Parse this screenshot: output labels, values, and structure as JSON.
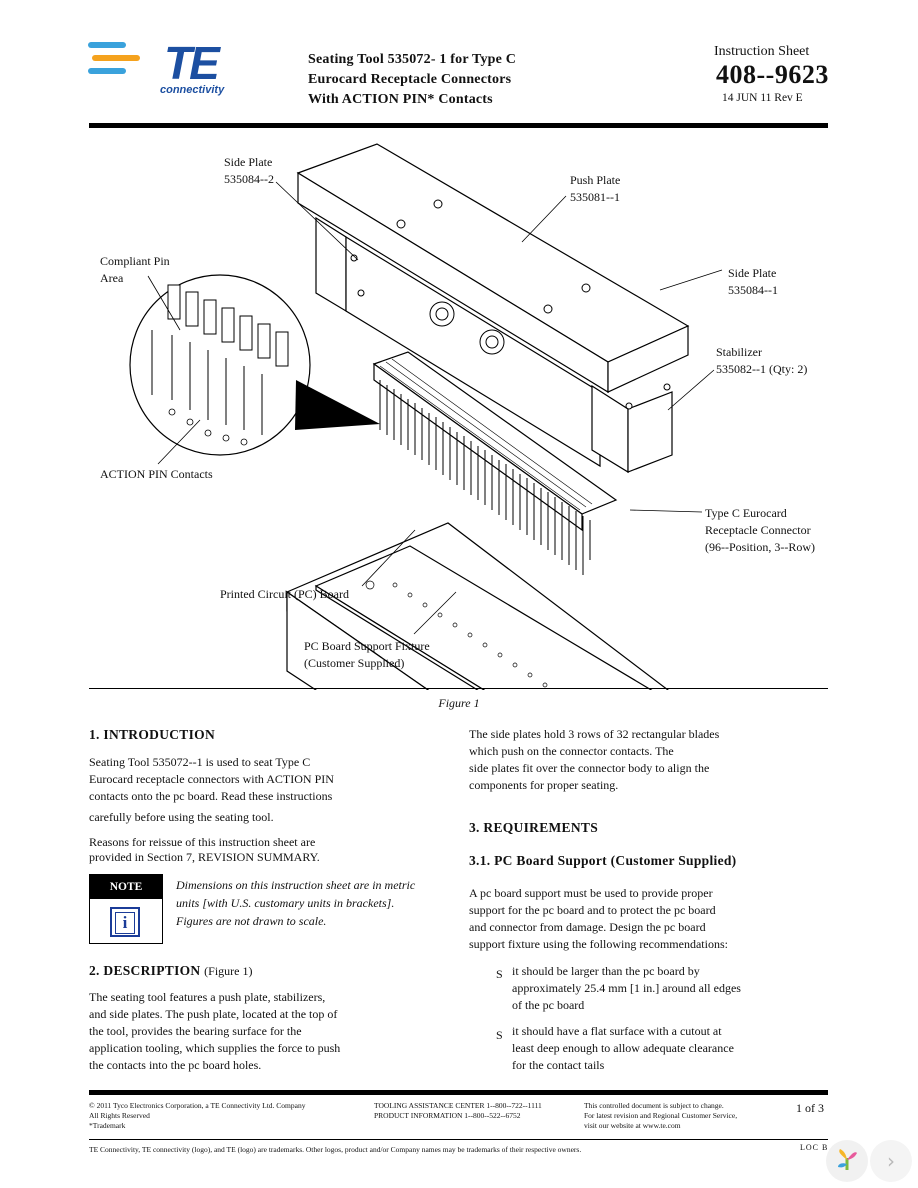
{
  "logo": {
    "text": "TE",
    "tagline": "connectivity",
    "colors": {
      "blue": "#1c4fa1",
      "orange": "#f5a21d",
      "light_blue": "#3aa2dc"
    }
  },
  "header": {
    "title_lines": [
      "Seating Tool 535072- 1 for Type C",
      "Eurocard Receptacle Connectors",
      "With ACTION PIN* Contacts"
    ],
    "instruction_sheet": "Instruction Sheet",
    "doc_number": "408--9623",
    "date_rev": "14 JUN 11 Rev E"
  },
  "figure": {
    "labels": {
      "side_plate_2": [
        "Side Plate",
        "535084--2"
      ],
      "push_plate": [
        "Push Plate",
        "535081--1"
      ],
      "side_plate_1": [
        "Side Plate",
        "535084--1"
      ],
      "compliant_pin": [
        "Compliant Pin",
        "Area"
      ],
      "stabilizer": [
        "Stabilizer",
        "535082--1 (Qty: 2)"
      ],
      "action_pin": "ACTION PIN Contacts",
      "connector": [
        "Type C Eurocard",
        "Receptacle Connector",
        "(96--Position, 3--Row)"
      ],
      "pc_board": "Printed Circuit (PC) Board",
      "fixture": [
        "PC Board Support Fixture",
        "(Customer Supplied)"
      ]
    },
    "caption": "Figure 1"
  },
  "sections": {
    "intro_heading": "1. INTRODUCTION",
    "intro_p1": [
      "Seating Tool 535072--1 is used to seat Type C",
      "Eurocard receptacle connectors with ACTION PIN",
      "contacts onto the pc board. Read these instructions",
      "carefully before using the seating tool."
    ],
    "intro_p2": [
      "Reasons for reissue of this instruction sheet are",
      "provided in Section 7, REVISION SUMMARY."
    ],
    "note_label": "NOTE",
    "note_icon": "i",
    "note_text": [
      "Dimensions on this instruction sheet are in metric",
      "units [with U.S. customary units in brackets].",
      "Figures are not drawn to scale."
    ],
    "desc_heading": "2. DESCRIPTION",
    "desc_ref": "(Figure 1)",
    "desc_p": [
      "The seating tool features a push plate, stabilizers,",
      "and side plates. The push plate, located at the top of",
      "the tool, provides the bearing surface for the",
      "application tooling, which supplies the force to push",
      "the contacts into the pc board holes."
    ],
    "right_p1": [
      "The side plates hold 3 rows of 32 rectangular blades",
      "which push on the connector contacts. The",
      "side plates fit over the connector body to align the",
      "components for proper seating."
    ],
    "req_heading": "3. REQUIREMENTS",
    "req_sub": "3.1. PC Board Support (Customer Supplied)",
    "req_p": [
      "A pc board support must be used to provide proper",
      "support for the pc board and to protect the pc board",
      "and connector from damage. Design the pc board",
      "support fixture using the following recommendations:"
    ],
    "bullet_glyph": "S",
    "bullet1": [
      "it should be larger than the pc board by",
      "approximately 25.4 mm [1 in.] around all edges",
      "of the pc board"
    ],
    "bullet2": [
      "it should have a flat surface with a cutout at",
      "least deep enough to allow adequate clearance",
      "for the contact tails"
    ]
  },
  "footer": {
    "col1": [
      "© 2011 Tyco Electronics Corporation, a TE Connectivity Ltd. Company",
      "All Rights Reserved",
      "*Trademark"
    ],
    "col2": [
      "TOOLING ASSISTANCE CENTER 1--800--722--1111",
      "PRODUCT INFORMATION 1--800--522--6752"
    ],
    "col3": [
      "This controlled document is subject to change.",
      "For latest revision and Regional Customer Service,",
      "visit our website at www.te.com"
    ],
    "page": "1 of 3",
    "trademark_line": "TE Connectivity, TE connectivity (logo), and TE (logo) are trademarks. Other logos, product and/or Company names may be trademarks of their respective owners.",
    "loc": "LOC B"
  },
  "nav": {
    "next_glyph": "›"
  }
}
